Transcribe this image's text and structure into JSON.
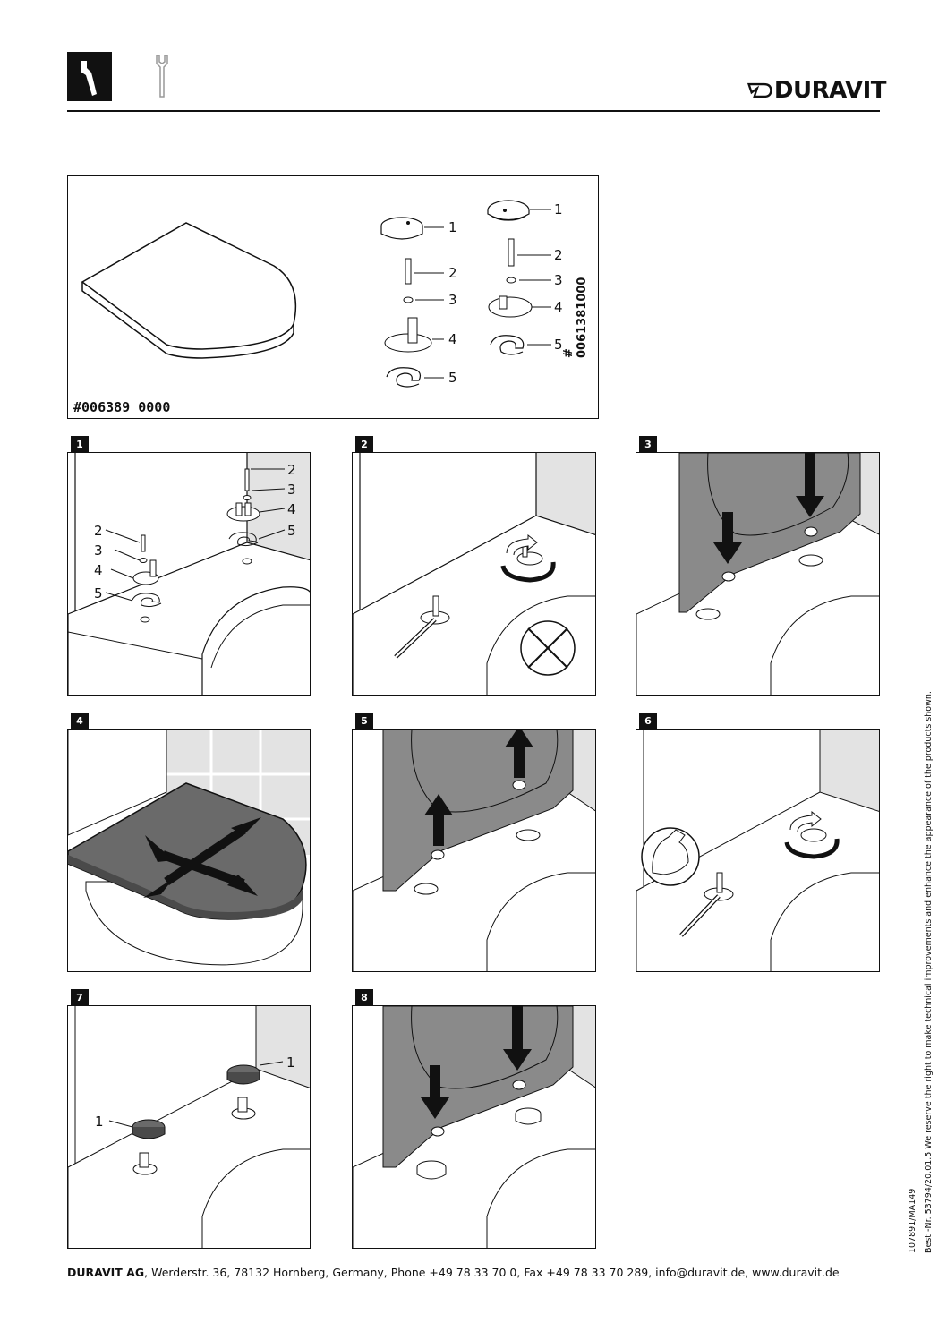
{
  "header": {
    "brand": "DURAVIT",
    "icons": [
      "wrench-filled-icon",
      "wrench-outline-icon"
    ]
  },
  "overview": {
    "product_ref": "#006389 0000",
    "alt_ref": "# 0061381000",
    "parts_a": [
      "1",
      "2",
      "3",
      "4",
      "5"
    ],
    "parts_b": [
      "1",
      "2",
      "3",
      "4",
      "5"
    ]
  },
  "steps": [
    {
      "num": "1",
      "labels_left": [
        "2",
        "3",
        "4",
        "5"
      ],
      "labels_right": [
        "2",
        "3",
        "4",
        "5"
      ]
    },
    {
      "num": "2"
    },
    {
      "num": "3"
    },
    {
      "num": "4"
    },
    {
      "num": "5"
    },
    {
      "num": "6"
    },
    {
      "num": "7",
      "labels": [
        "1",
        "1"
      ]
    },
    {
      "num": "8"
    }
  ],
  "footer": {
    "company": "DURAVIT AG",
    "address": ", Werderstr. 36, 78132 Hornberg, Germany, Phone +49 78 33 70 0, Fax +49 78 33 70 289, info@duravit.de, www.duravit.de"
  },
  "side": {
    "order_no": "Best.-Nr. 53794/20.01.5  We reserve the right to make technical improvements and enhance the appearance of the products shown.",
    "doc_ref": "107891/MA149"
  }
}
